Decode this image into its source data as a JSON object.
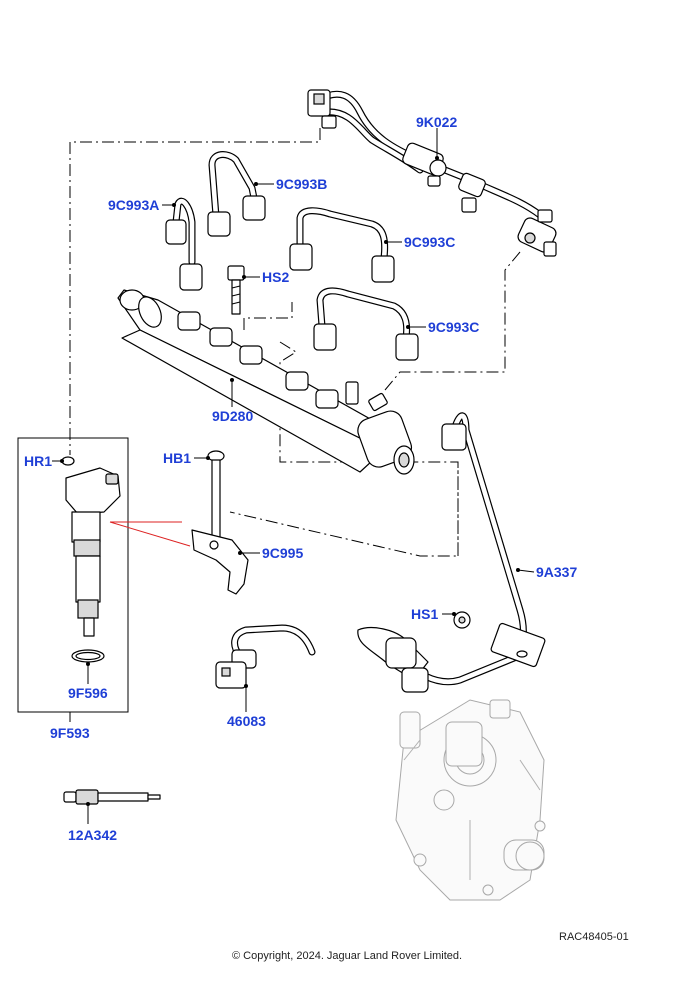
{
  "callouts": {
    "9K022": "9K022",
    "9C993B": "9C993B",
    "9C993A": "9C993A",
    "9C993C_upper": "9C993C",
    "HS2": "HS2",
    "9C993C_lower": "9C993C",
    "9D280": "9D280",
    "HR1": "HR1",
    "HB1": "HB1",
    "9C995": "9C995",
    "9A337": "9A337",
    "HS1": "HS1",
    "46083": "46083",
    "9F596": "9F596",
    "9F593": "9F593",
    "12A342": "12A342"
  },
  "footer": {
    "reference": "RAC48405-01",
    "copyright": "© Copyright, 2024. Jaguar Land Rover Limited."
  },
  "colors": {
    "callout": "#1f3fd6",
    "leader": "#000000",
    "ghost_pump": "#a8a8a8",
    "red_guide": "#dd2222"
  }
}
